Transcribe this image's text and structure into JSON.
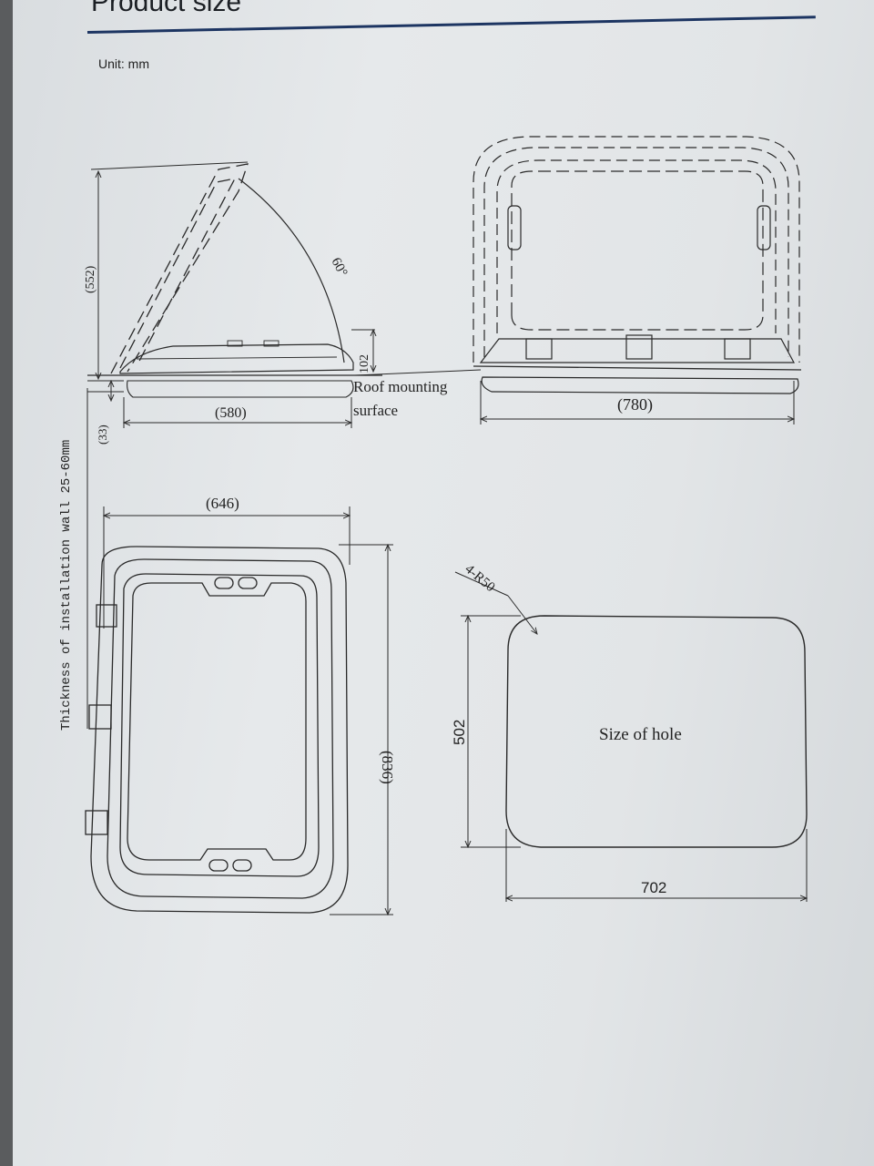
{
  "header": {
    "title": "Product size",
    "unit_label": "Unit: mm"
  },
  "side_view": {
    "angle_label": "60°",
    "height_label": "(552)",
    "dome_height_label": "102",
    "depth_label": "(580)",
    "base_label": "(33)",
    "wall_label": "Thickness of installation wall 25-60mm",
    "roof_label_line1": "Roof mounting",
    "roof_label_line2": "surface"
  },
  "front_view": {
    "width_label": "(780)"
  },
  "top_view": {
    "width_label": "(646)",
    "height_label": "(836)"
  },
  "hole_view": {
    "corner_label": "4-R50",
    "height_label": "502",
    "width_label": "702",
    "center_label": "Size of hole"
  }
}
